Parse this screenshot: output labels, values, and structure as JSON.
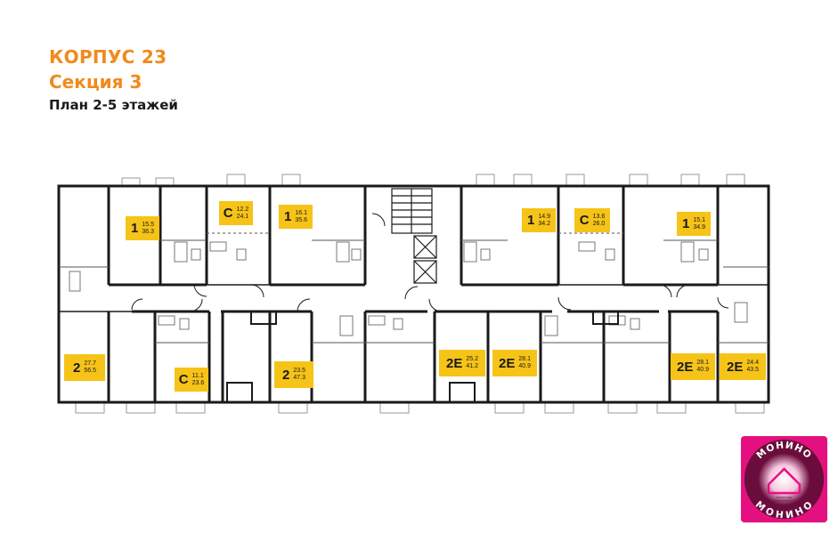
{
  "header": {
    "building": "КОРПУС 23",
    "section": "Секция 3",
    "floors": "План 2-5 этажей"
  },
  "apartments": [
    {
      "type": "1",
      "living": "15.5",
      "total": "36.3"
    },
    {
      "type": "С",
      "living": "12.2",
      "total": "24.1"
    },
    {
      "type": "1",
      "living": "16.1",
      "total": "35.6"
    },
    {
      "type": "1",
      "living": "14.9",
      "total": "34.2"
    },
    {
      "type": "С",
      "living": "13.6",
      "total": "26.0"
    },
    {
      "type": "1",
      "living": "15.1",
      "total": "34.9"
    },
    {
      "type": "2",
      "living": "27.7",
      "total": "56.5"
    },
    {
      "type": "С",
      "living": "11.1",
      "total": "23.6"
    },
    {
      "type": "2",
      "living": "23.5",
      "total": "47.3"
    },
    {
      "type": "2Е",
      "living": "25.2",
      "total": "41.2"
    },
    {
      "type": "2Е",
      "living": "28.1",
      "total": "40.9"
    },
    {
      "type": "2Е",
      "living": "28.1",
      "total": "40.9"
    },
    {
      "type": "2Е",
      "living": "24.4",
      "total": "43.5"
    }
  ],
  "logo": {
    "text_top": "МОНИНО",
    "text_bottom": "МОНИНО",
    "tagline_1": "Агентство",
    "tagline_2": "недвижимости",
    "ring_color": "#e5107f",
    "disc_color": "#6a0d3c"
  },
  "colors": {
    "accent_orange": "#f08a1c",
    "label_yellow": "#f6c318",
    "wall": "#1a1a1a"
  }
}
